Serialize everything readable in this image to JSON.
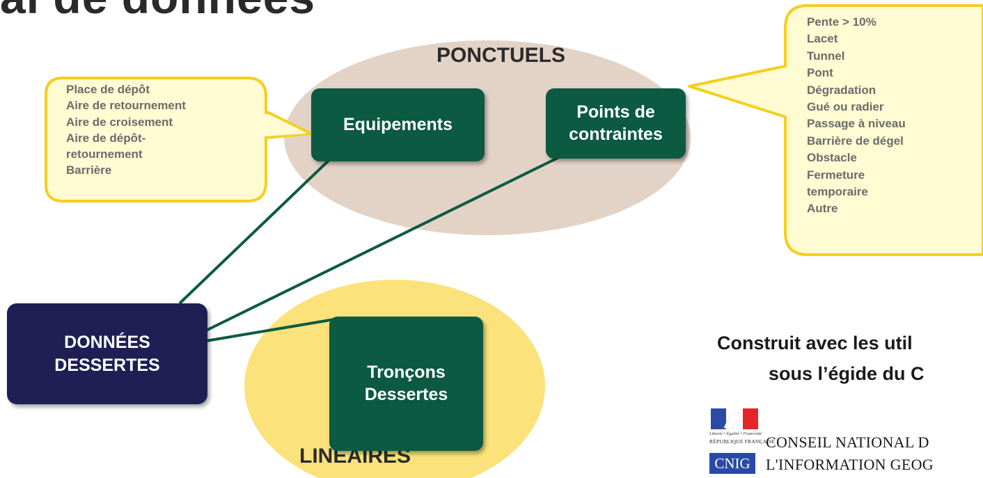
{
  "title_fragment": "al de données",
  "ponctuels_label": "PONCTUELS",
  "lineaires_label": "LINEAIRES",
  "nodes": {
    "equipements": "Equipements",
    "points_contraintes_line1": "Points de",
    "points_contraintes_line2": "contraintes",
    "troncons_line1": "Tronçons",
    "troncons_line2": "Dessertes",
    "donnees_line1": "DONNÉES",
    "donnees_line2": "DESSERTES"
  },
  "equipements_callout": [
    "Place de dépôt",
    "Aire de retournement",
    "Aire de croisement",
    "Aire de dépôt-",
    "retournement",
    "Barrière"
  ],
  "contraintes_callout": [
    "Pente > 10%",
    "Lacet",
    "Tunnel",
    "Pont",
    "Dégradation",
    "Gué ou radier",
    "Passage à niveau",
    "Barrière de dégel",
    "Obstacle",
    "Fermeture",
    "temporaire",
    "Autre"
  ],
  "built_with_line1": "Construit avec les util",
  "built_with_line2": "sous l’égide du C",
  "logo": {
    "motto": "Liberté • Égalité • Fraternité",
    "republic": "RÉPUBLIQUE FRANÇAISE",
    "badge": "CNIG",
    "council_line1": "CONSEIL NATIONAL D",
    "council_line2": "L'INFORMATION GEOG"
  },
  "colors": {
    "green_box": "#0b5a41",
    "navy_box": "#1f1f55",
    "ponctuels_ellipse": "#e3d3c7",
    "lineaires_ellipse": "#fbe27a",
    "callout_fill": "#fffbd2",
    "callout_border": "#f5cf1e",
    "connector": "#0b5a41"
  }
}
